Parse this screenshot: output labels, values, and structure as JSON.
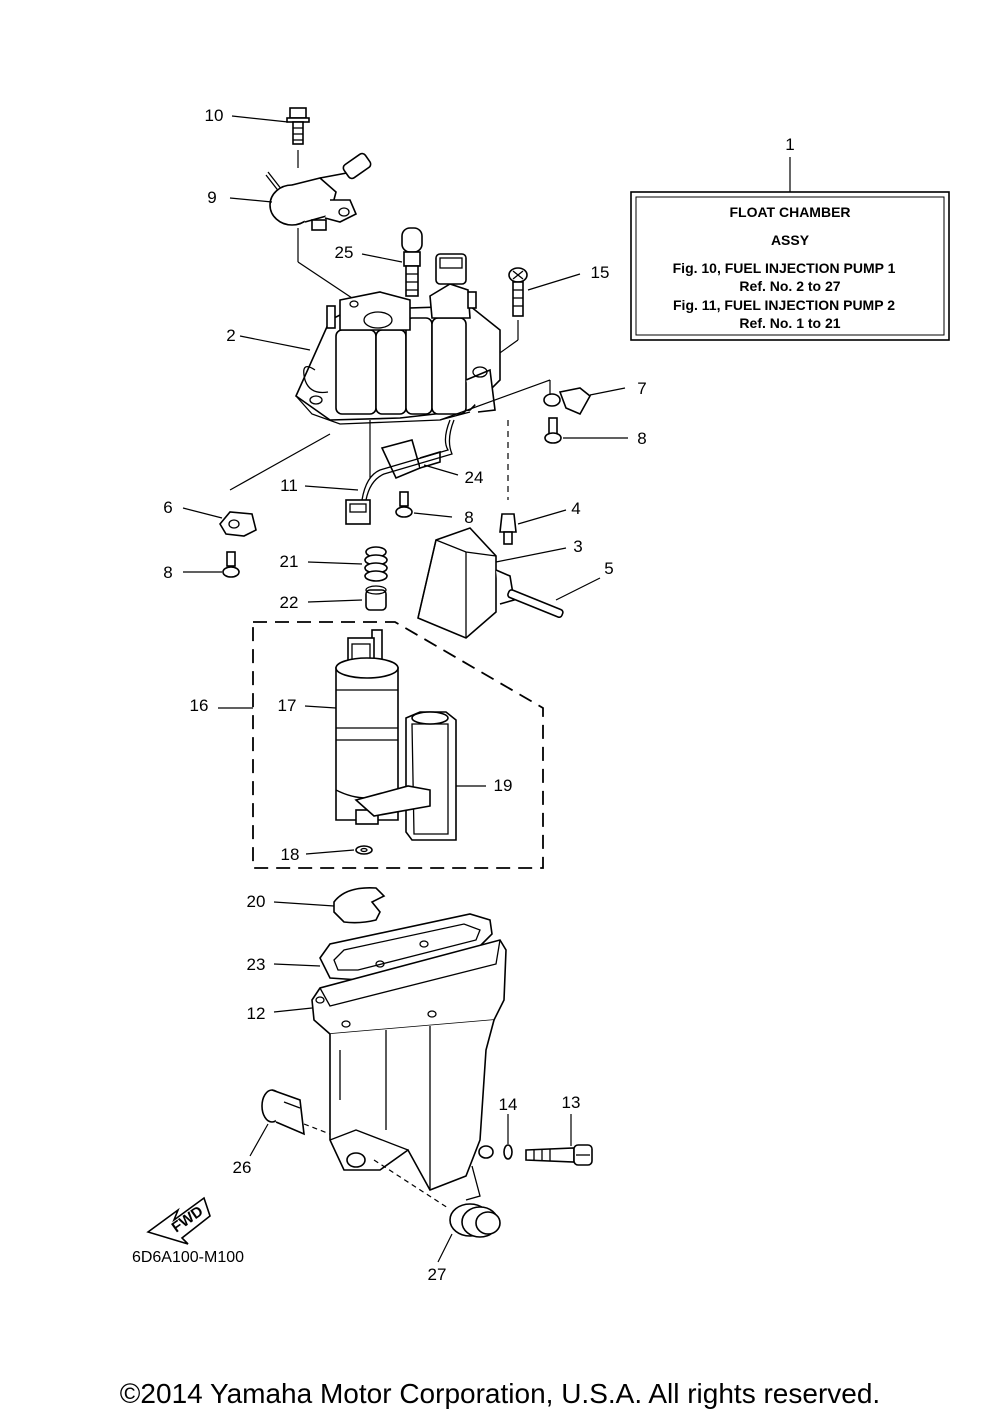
{
  "info_box": {
    "callout": "1",
    "title_line1": "FLOAT CHAMBER",
    "title_line2": "ASSY",
    "ref1": "Fig. 10, FUEL INJECTION PUMP 1",
    "ref1_sub": "Ref. No. 2 to 27",
    "ref2": "Fig. 11, FUEL INJECTION PUMP 2",
    "ref2_sub": "Ref. No. 1 to 21"
  },
  "callouts": {
    "c10": "10",
    "c9": "9",
    "c25": "25",
    "c15": "15",
    "c2": "2",
    "c7": "7",
    "c8a": "8",
    "c11": "11",
    "c24": "24",
    "c6": "6",
    "c8b": "8",
    "c4": "4",
    "c3": "3",
    "c8c": "8",
    "c21": "21",
    "c5": "5",
    "c22": "22",
    "c16": "16",
    "c17": "17",
    "c19": "19",
    "c18": "18",
    "c20": "20",
    "c23": "23",
    "c12": "12",
    "c14": "14",
    "c13": "13",
    "c26": "26",
    "c27": "27"
  },
  "fwd_label": "FWD",
  "diagram_code": "6D6A100-M100",
  "copyright": "©2014 Yamaha Motor Corporation, U.S.A. All rights reserved."
}
